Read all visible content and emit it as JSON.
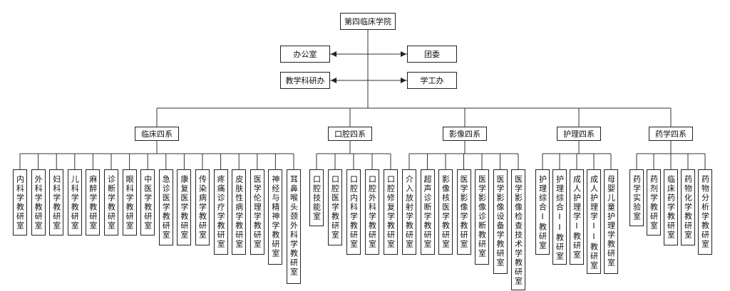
{
  "root": "第四临床学院",
  "side": {
    "left": [
      "办公室",
      "教学科研办"
    ],
    "right": [
      "团委",
      "学工办"
    ]
  },
  "departments": [
    {
      "name": "临床四系",
      "units": [
        "内科学教研室",
        "外科学教研室",
        "妇科学教研室",
        "儿科学教研室",
        "麻醉学教研室",
        "诊断学教研室",
        "眼科学教研室",
        "中医学教研室",
        "急诊医学教研室",
        "康复医学教研室",
        "传染病学教研室",
        "疼痛诊疗学教研室",
        "皮肤性病学教研室",
        "医学伦理学教研室",
        "神经与精神学教研室",
        "耳鼻喉头颈外科学教研室"
      ]
    },
    {
      "name": "口腔四系",
      "units": [
        "口腔技能室",
        "口腔医学教研室",
        "口腔内科学教研室",
        "口腔外科学教研室",
        "口腔修复学教研室"
      ]
    },
    {
      "name": "影像四系",
      "units": [
        "介入放射学教研室",
        "超声诊断学教研室",
        "影像核医学教研室",
        "医学影像学教研室",
        "医学影像诊断教研室",
        "医学影像设备学教研室",
        "医学影像检查技术学教研室"
      ]
    },
    {
      "name": "护理四系",
      "units": [
        "护理综合I教研室",
        "护理综合II教研室",
        "成人护理学I教研室",
        "成人护理学II教研室",
        "母婴儿童护理学教研室"
      ]
    },
    {
      "name": "药学四系",
      "units": [
        "药学实验室",
        "药剂学教研室",
        "临床药学教研室",
        "药物化学教研室",
        "药物分析学教研室"
      ]
    }
  ]
}
